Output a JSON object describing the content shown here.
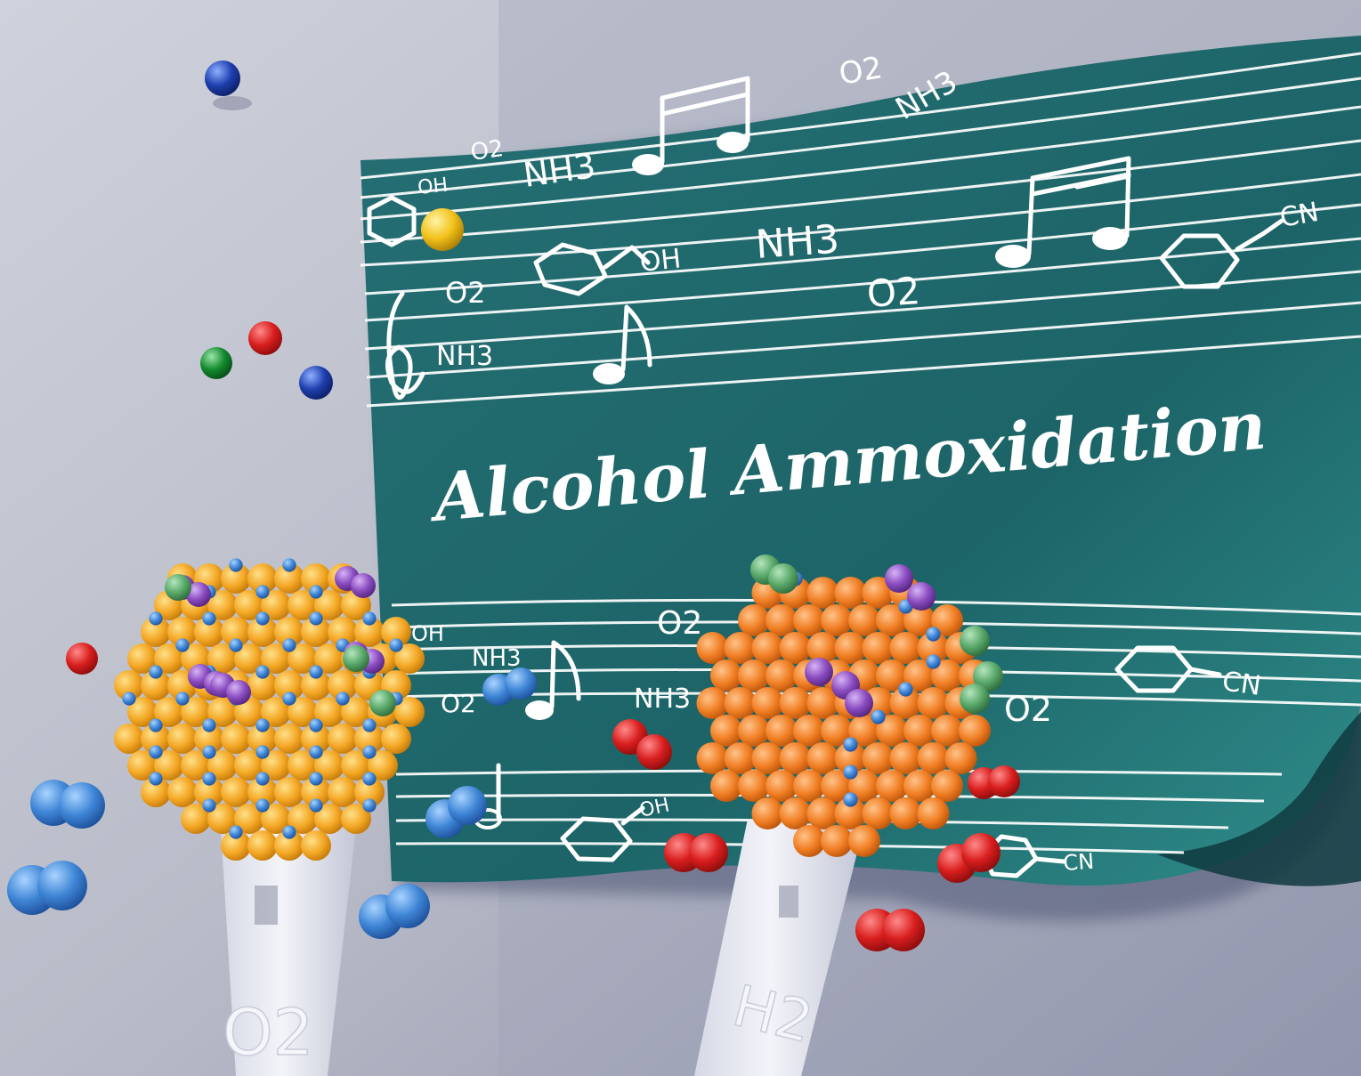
{
  "board": {
    "title": "Alcohol Ammoxidation",
    "labels": {
      "o2": "O2",
      "nh3": "NH3",
      "oh": "OH",
      "cn": "CN"
    }
  },
  "microphones": {
    "left_label": "O2",
    "right_label": "H2"
  },
  "colors": {
    "background": "#a9adbb",
    "chalkboard": "#1e6d6d",
    "chalk": "#ffffff",
    "left_cluster": "#f3a623",
    "right_cluster": "#f07d22",
    "blue_atom": "#3f86d6",
    "red_atom": "#d91e1e",
    "green_atom": "#5aa86a",
    "purple_atom": "#8a4cc0"
  }
}
